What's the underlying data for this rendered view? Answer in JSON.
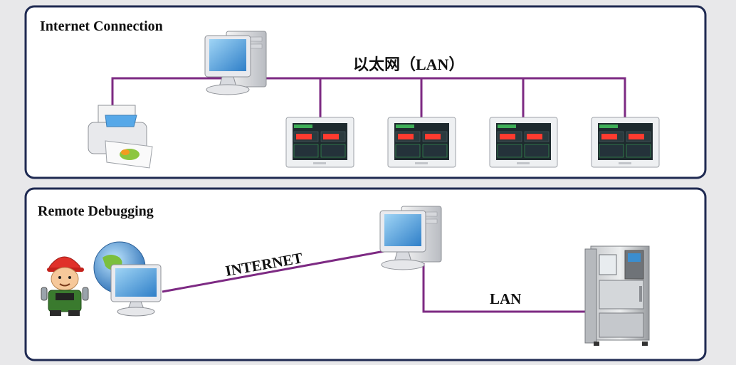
{
  "panels": {
    "top": {
      "title": "Internet Connection",
      "network_label": "以太网（LAN）",
      "device_count": 4
    },
    "bottom": {
      "title": "Remote Debugging",
      "internet_label": "INTERNET",
      "lan_label": "LAN"
    }
  },
  "colors": {
    "panel_border": "#1f2a52",
    "cable": "#7d2a83",
    "background": "#e8e8ea"
  },
  "icons": {
    "top": [
      "printer-icon",
      "desktop-computer-icon",
      "touchscreen-controller-icon"
    ],
    "bottom": [
      "technician-icon",
      "globe-monitor-icon",
      "desktop-computer-icon",
      "climate-chamber-icon"
    ]
  }
}
